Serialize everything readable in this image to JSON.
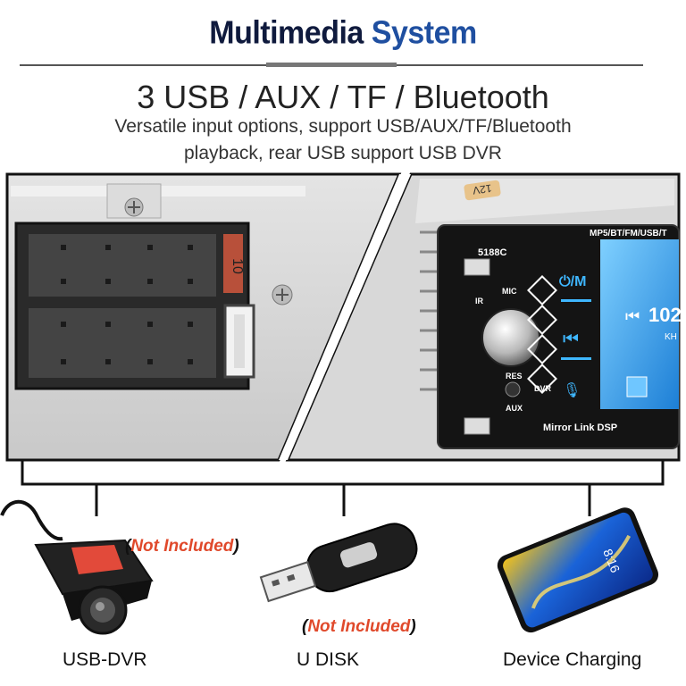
{
  "header": {
    "title_part1": "Multimedia",
    "title_part2": "System",
    "headline": "3 USB / AUX / TF / Bluetooth",
    "subline1": "Versatile input options, support USB/AUX/TF/Bluetooth",
    "subline2": "playback, rear USB support USB DVR"
  },
  "connector_panel": {
    "slot_label": "10",
    "voltage_label": "12V"
  },
  "front_panel": {
    "model": "5188C",
    "mic_label": "MIC",
    "ir_label": "IR",
    "res_label": "RES",
    "aux_label": "AUX",
    "dvr_label": "DVR",
    "mode_text": "MP5/BT/FM/USB/T",
    "power_mode": "⏻/M",
    "screen_value": "102",
    "screen_unit": "KH",
    "footer_text": "Mirror Link DSP"
  },
  "accessories": [
    {
      "label": "USB-DVR",
      "note_open": "(",
      "note": "Not Included",
      "note_close": ")"
    },
    {
      "label": "U DISK",
      "note_open": "(",
      "note": "Not Included",
      "note_close": ")"
    },
    {
      "label": "Device Charging"
    }
  ],
  "phone": {
    "time": "8:16"
  },
  "colors": {
    "title_dark": "#0f1a3d",
    "title_blue": "#1f4fa0",
    "note_red": "#e0492b",
    "screen_blue": "#1d7fd6",
    "accent_cyan": "#3fb7ff",
    "slot_red": "#b8503a"
  }
}
